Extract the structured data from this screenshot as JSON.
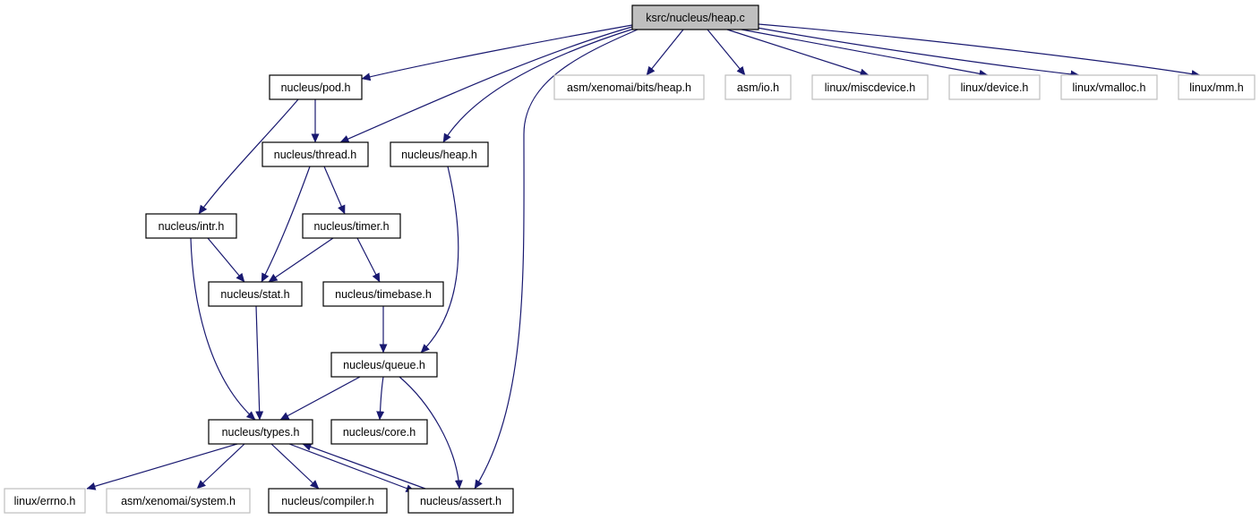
{
  "colors": {
    "edge": "#191970",
    "documented_border": "#000000",
    "external_border": "#bfbfbf",
    "root_fill": "#bfbfbf",
    "background": "#ffffff"
  },
  "nodes": [
    {
      "id": "heap_c",
      "label": "ksrc/nucleus/heap.c",
      "kind": "root"
    },
    {
      "id": "pod_h",
      "label": "nucleus/pod.h",
      "kind": "documented"
    },
    {
      "id": "bits_heap_h",
      "label": "asm/xenomai/bits/heap.h",
      "kind": "external"
    },
    {
      "id": "asm_io_h",
      "label": "asm/io.h",
      "kind": "external"
    },
    {
      "id": "miscdevice_h",
      "label": "linux/miscdevice.h",
      "kind": "external"
    },
    {
      "id": "device_h",
      "label": "linux/device.h",
      "kind": "external"
    },
    {
      "id": "vmalloc_h",
      "label": "linux/vmalloc.h",
      "kind": "external"
    },
    {
      "id": "mm_h",
      "label": "linux/mm.h",
      "kind": "external"
    },
    {
      "id": "thread_h",
      "label": "nucleus/thread.h",
      "kind": "documented"
    },
    {
      "id": "heap_h",
      "label": "nucleus/heap.h",
      "kind": "documented"
    },
    {
      "id": "intr_h",
      "label": "nucleus/intr.h",
      "kind": "documented"
    },
    {
      "id": "timer_h",
      "label": "nucleus/timer.h",
      "kind": "documented"
    },
    {
      "id": "stat_h",
      "label": "nucleus/stat.h",
      "kind": "documented"
    },
    {
      "id": "timebase_h",
      "label": "nucleus/timebase.h",
      "kind": "documented"
    },
    {
      "id": "queue_h",
      "label": "nucleus/queue.h",
      "kind": "documented"
    },
    {
      "id": "types_h",
      "label": "nucleus/types.h",
      "kind": "documented"
    },
    {
      "id": "core_h",
      "label": "nucleus/core.h",
      "kind": "documented"
    },
    {
      "id": "errno_h",
      "label": "linux/errno.h",
      "kind": "external"
    },
    {
      "id": "system_h",
      "label": "asm/xenomai/system.h",
      "kind": "external"
    },
    {
      "id": "compiler_h",
      "label": "nucleus/compiler.h",
      "kind": "documented"
    },
    {
      "id": "assert_h",
      "label": "nucleus/assert.h",
      "kind": "documented"
    }
  ],
  "edges": [
    {
      "from": "heap_c",
      "to": "pod_h"
    },
    {
      "from": "heap_c",
      "to": "thread_h"
    },
    {
      "from": "heap_c",
      "to": "heap_h"
    },
    {
      "from": "heap_c",
      "to": "assert_h"
    },
    {
      "from": "heap_c",
      "to": "bits_heap_h"
    },
    {
      "from": "heap_c",
      "to": "asm_io_h"
    },
    {
      "from": "heap_c",
      "to": "miscdevice_h"
    },
    {
      "from": "heap_c",
      "to": "device_h"
    },
    {
      "from": "heap_c",
      "to": "vmalloc_h"
    },
    {
      "from": "heap_c",
      "to": "mm_h"
    },
    {
      "from": "pod_h",
      "to": "thread_h"
    },
    {
      "from": "pod_h",
      "to": "intr_h"
    },
    {
      "from": "thread_h",
      "to": "timer_h"
    },
    {
      "from": "thread_h",
      "to": "stat_h"
    },
    {
      "from": "heap_h",
      "to": "queue_h"
    },
    {
      "from": "intr_h",
      "to": "stat_h"
    },
    {
      "from": "intr_h",
      "to": "types_h"
    },
    {
      "from": "timer_h",
      "to": "stat_h"
    },
    {
      "from": "timer_h",
      "to": "timebase_h"
    },
    {
      "from": "stat_h",
      "to": "types_h"
    },
    {
      "from": "timebase_h",
      "to": "queue_h"
    },
    {
      "from": "queue_h",
      "to": "types_h"
    },
    {
      "from": "queue_h",
      "to": "core_h"
    },
    {
      "from": "queue_h",
      "to": "assert_h"
    },
    {
      "from": "types_h",
      "to": "errno_h"
    },
    {
      "from": "types_h",
      "to": "system_h"
    },
    {
      "from": "types_h",
      "to": "compiler_h"
    },
    {
      "from": "types_h",
      "to": "assert_h"
    },
    {
      "from": "assert_h",
      "to": "types_h"
    }
  ]
}
